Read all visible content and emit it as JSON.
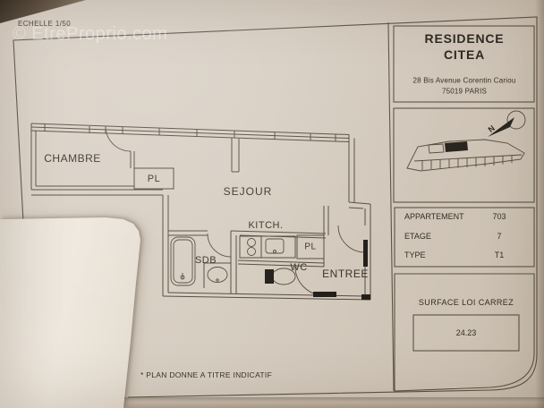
{
  "document": {
    "scale_label": "ECHELLE 1/50",
    "watermark": "© EtreProprio.com",
    "footnote": "* PLAN DONNE A TITRE INDICATIF"
  },
  "floorplan": {
    "rooms": {
      "chambre": "CHAMBRE",
      "closet_top": "PL",
      "sejour": "SEJOUR",
      "kitchen": "KITCH.",
      "bathroom": "SDB",
      "wc": "WC",
      "closet_entry": "PL",
      "entree": "ENTREE"
    }
  },
  "info_panel": {
    "residence": {
      "name_line1": "RESIDENCE",
      "name_line2": "CITEA",
      "address_line1": "28 Bis Avenue Corentin Cariou",
      "address_line2": "75019 PARIS"
    },
    "sitemap": {
      "north_label": "N"
    },
    "details_rows": [
      {
        "label": "APPARTEMENT",
        "value": "703"
      },
      {
        "label": "ETAGE",
        "value": "7"
      },
      {
        "label": "TYPE",
        "value": "T1"
      }
    ],
    "surface": {
      "label": "SURFACE LOI CARREZ",
      "value": "24.23"
    }
  },
  "colors": {
    "sheet": "#d7cdc1",
    "overlay_paper": "#ebe4da",
    "line": "#5b5245",
    "text": "#39332b"
  }
}
